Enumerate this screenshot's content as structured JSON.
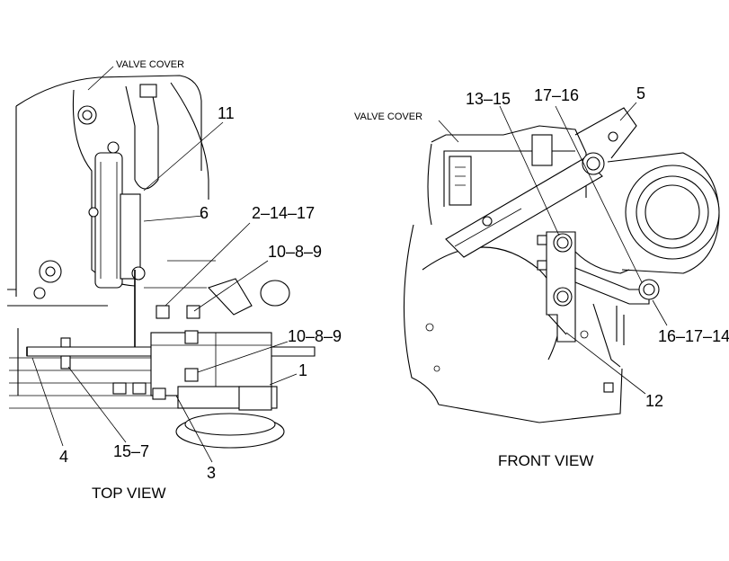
{
  "views": {
    "top_view": "TOP VIEW",
    "front_view": "FRONT VIEW"
  },
  "top_callouts": {
    "valve_cover": "VALVE COVER",
    "c11": "11",
    "c6": "6",
    "c2_14_17": "2–14–17",
    "c10_8_9_a": "10–8–9",
    "c10_8_9_b": "10–8–9",
    "c1": "1",
    "c4": "4",
    "c15_7": "15–7",
    "c3": "3"
  },
  "front_callouts": {
    "valve_cover": "VALVE COVER",
    "c13_15": "13–15",
    "c17_16": "17–16",
    "c5": "5",
    "c16_17_14": "16–17–14",
    "c12": "12"
  }
}
